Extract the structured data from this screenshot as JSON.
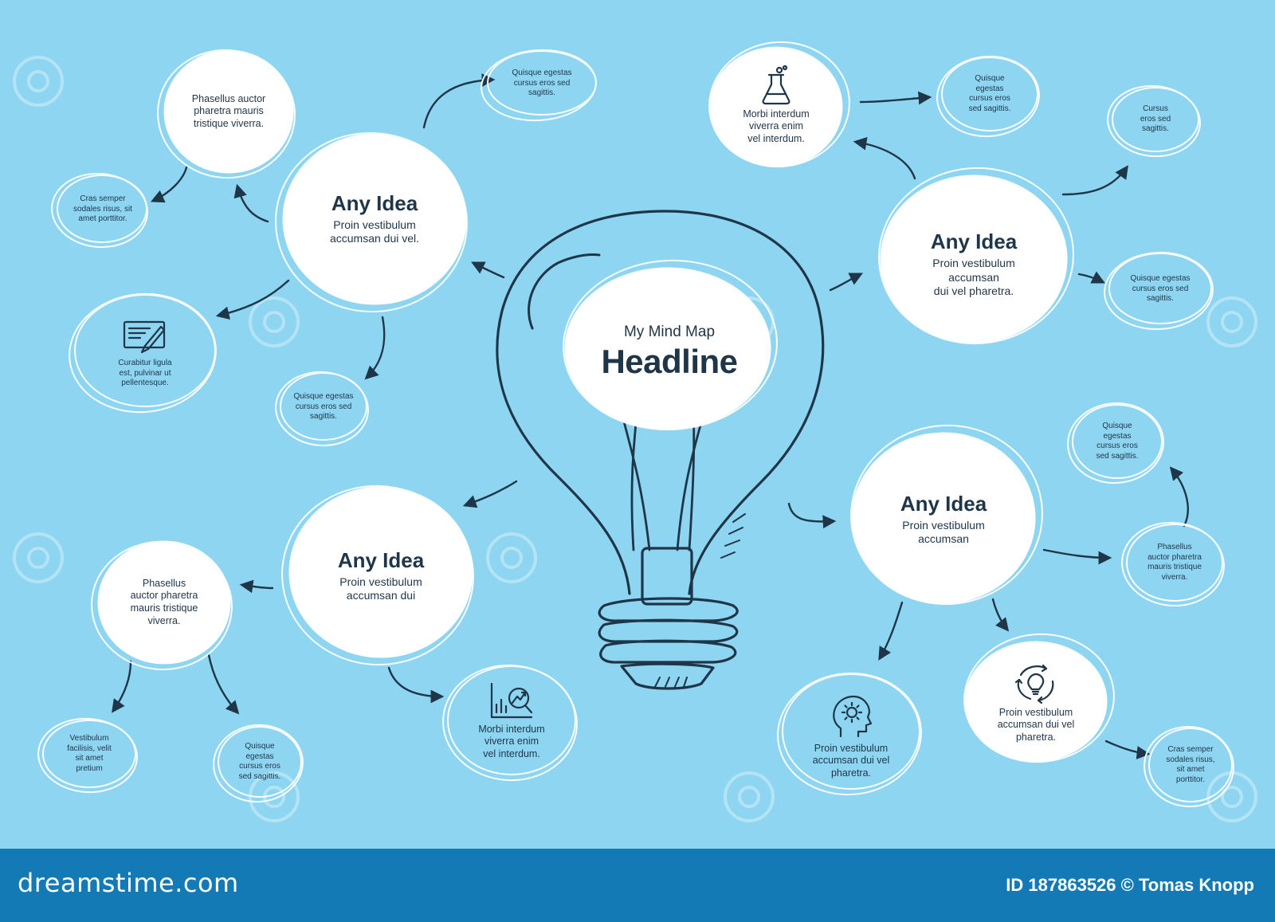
{
  "center": {
    "subtitle": "My Mind Map",
    "headline": "Headline"
  },
  "ideas": [
    {
      "title": "Any Idea",
      "text": "Proin vestibulum\naccumsan dui vel."
    },
    {
      "title": "Any Idea",
      "text": "Proin vestibulum\naccumsan\ndui vel pharetra."
    },
    {
      "title": "Any Idea",
      "text": "Proin vestibulum\naccumsan dui"
    },
    {
      "title": "Any Idea",
      "text": "Proin vestibulum\naccumsan"
    }
  ],
  "topleft": {
    "phasellus": "Phasellus auctor\npharetra mauris\ntristique viverra.",
    "quisque_top": "Quisque egestas\ncursus eros sed\nsagittis.",
    "cras": "Cras semper\nsodales risus, sit\namet porttitor.",
    "curabitur": "Curabitur ligula\nest, pulvinar ut\npellentesque.",
    "quisque_bottom": "Quisque egestas\ncursus eros sed\nsagittis."
  },
  "topright": {
    "morbi": "Morbi interdum\nviverra enim\nvel interdum.",
    "quisque_a": "Quisque\negestas\ncursus eros\nsed sagittis.",
    "cursus": "Cursus\neros sed\nsagittis.",
    "quisque_b": "Quisque egestas\ncursus eros sed\nsagittis."
  },
  "bottomleft": {
    "phasellus": "Phasellus\nauctor pharetra\nmauris tristique\nviverra.",
    "vestibulum": "Vestibulum\nfacilisis, velit\nsit amet\npretium",
    "quisque": "Quisque\negestas\ncursus eros\nsed sagittis.",
    "morbi": "Morbi interdum\nviverra enim\nvel interdum."
  },
  "bottomright": {
    "quisque": "Quisque\negestas\ncursus eros\nsed sagittis.",
    "phasellus": "Phasellus\nauctor pharetra\nmauris tristique\nviverra.",
    "proin_head": "Proin vestibulum\naccumsan dui vel\npharetra.",
    "proin_cycle": "Proin vestibulum\naccumsan dui vel\npharetra.",
    "cras": "Cras semper\nsodales risus,\nsit amet\nporttitor."
  },
  "footer": {
    "brand": "dreamstime.com",
    "credit": "ID 187863526 © Tomas Knopp"
  },
  "colors": {
    "background": "#8ed5f1",
    "ink": "#1f3548",
    "bubble": "#ffffff",
    "footer": "#137ab5"
  },
  "icons": [
    "flask-icon",
    "document-pen-icon",
    "chart-magnifier-icon",
    "gear-head-icon",
    "bulb-cycle-icon",
    "watermark-spiral-icon"
  ]
}
